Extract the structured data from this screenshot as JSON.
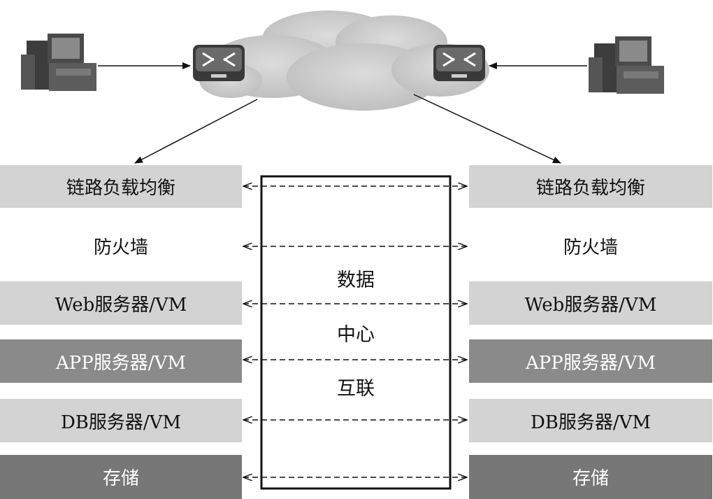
{
  "layers": [
    {
      "key": "lb",
      "label": "链路负载均衡",
      "fill": "#d3d3d3",
      "text_color": "#111111"
    },
    {
      "key": "fw",
      "label": "防火墙",
      "fill": "#ffffff",
      "text_color": "#111111"
    },
    {
      "key": "web",
      "label": "Web服务器/VM",
      "fill": "#d3d3d3",
      "text_color": "#111111"
    },
    {
      "key": "app",
      "label": "APP服务器/VM",
      "fill": "#8a8a8a",
      "text_color": "#ffffff"
    },
    {
      "key": "db",
      "label": "DB服务器/VM",
      "fill": "#d3d3d3",
      "text_color": "#111111"
    },
    {
      "key": "st",
      "label": "存储",
      "fill": "#777777",
      "text_color": "#ffffff"
    }
  ],
  "center": {
    "line1": "数据",
    "line2": "中心",
    "line3": "互联"
  },
  "icons": {
    "left_host": "workstation-icon",
    "right_host": "workstation-icon",
    "left_router": "router-icon",
    "right_router": "router-icon",
    "network": "cloud-icon"
  }
}
